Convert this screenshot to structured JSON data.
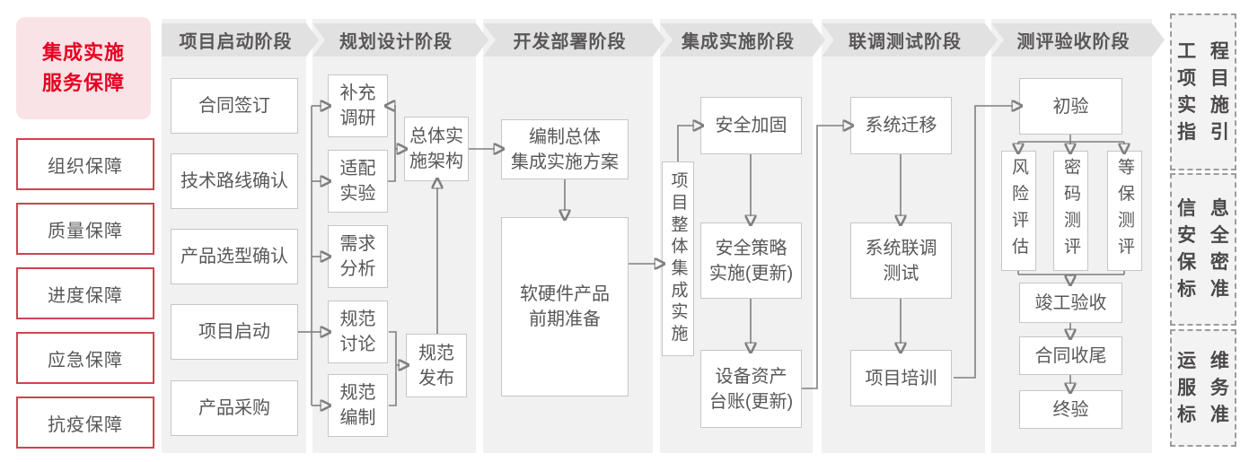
{
  "sidebar": {
    "title": "集成实施\n服务保障",
    "items": [
      "组织保障",
      "质量保障",
      "进度保障",
      "应急保障",
      "抗疫保障"
    ]
  },
  "phases": [
    {
      "label": "项目启动阶段",
      "boxes": [
        "合同签订",
        "技术路线确认",
        "产品选型确认",
        "项目启动",
        "产品采购"
      ]
    },
    {
      "label": "规划设计阶段",
      "boxes": [
        "补充\n调研",
        "适配\n实验",
        "需求\n分析",
        "规范\n讨论",
        "规范\n编制",
        "总体实\n施架构",
        "规范\n发布"
      ]
    },
    {
      "label": "开发部署阶段",
      "boxes": [
        "编制总体\n集成实施方案",
        "软硬件产品\n前期准备"
      ]
    },
    {
      "label": "集成实施阶段",
      "boxes": [
        "项目整体集成实施",
        "安全加固",
        "安全策略\n实施(更新)",
        "设备资产\n台账(更新)"
      ]
    },
    {
      "label": "联调测试阶段",
      "boxes": [
        "系统迁移",
        "系统联调\n测试",
        "项目培训"
      ]
    },
    {
      "label": "测评验收阶段",
      "boxes": [
        "初验",
        "风险评估",
        "密码测评",
        "等保测评",
        "竣工验收",
        "合同收尾",
        "终验"
      ]
    }
  ],
  "standards": [
    {
      "lines": [
        "工程",
        "项目",
        "实施",
        "指引"
      ]
    },
    {
      "lines": [
        "信息",
        "安全",
        "保密",
        "标准"
      ]
    },
    {
      "lines": [
        "运维",
        "服务",
        "标准"
      ]
    }
  ],
  "colors": {
    "accent_red": "#e60021",
    "pink_bg": "#fae3e6",
    "red_border": "#cc4450",
    "gray_text": "#595757",
    "header_bg": "#e2e1e1",
    "panel_bg": "#f2f1f1",
    "box_border": "#c7c6c6",
    "connector": "#7f7f7f"
  }
}
